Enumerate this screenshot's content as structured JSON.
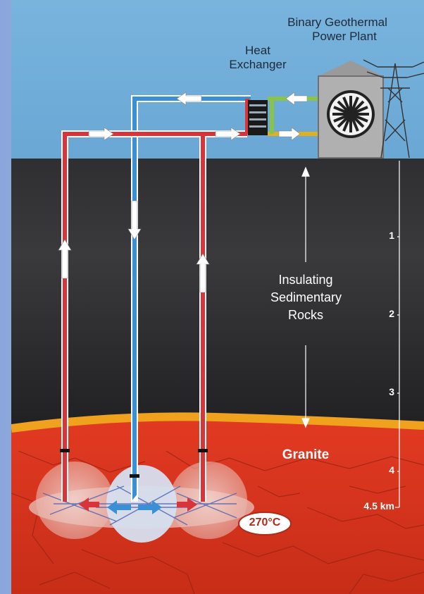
{
  "labels": {
    "plant_line1": "Binary Geothermal",
    "plant_line2": "Power Plant",
    "hx_line1": "Heat",
    "hx_line2": "Exchanger",
    "rocks_line1": "Insulating",
    "rocks_line2": "Sedimentary",
    "rocks_line3": "Rocks",
    "granite": "Granite",
    "temperature": "270°C"
  },
  "depth_scale": {
    "ticks": [
      {
        "label": "1",
        "km": 1
      },
      {
        "label": "2",
        "km": 2
      },
      {
        "label": "3",
        "km": 3
      },
      {
        "label": "4",
        "km": 4
      },
      {
        "label": "4.5 km",
        "km": 4.5
      }
    ]
  },
  "colors": {
    "hot_pipe": "#d8343a",
    "cold_pipe": "#3b8fd4",
    "granite": "#d8371f",
    "granite_border": "#f0a21e",
    "sky": "#6aa7d5",
    "sediment": "#2f2f31"
  }
}
